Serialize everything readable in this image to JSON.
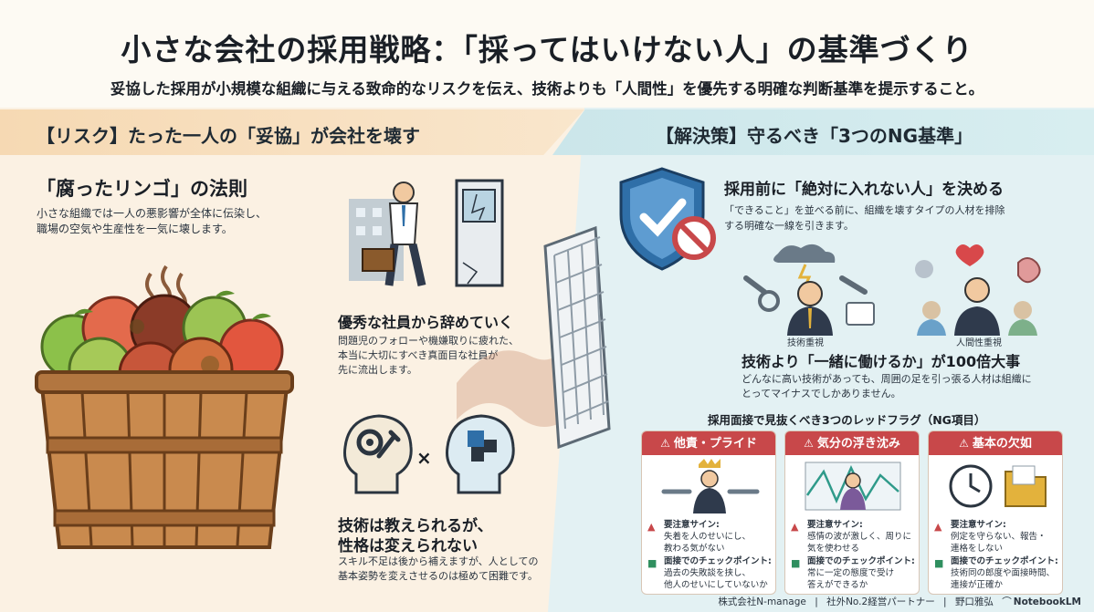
{
  "header": {
    "title": "小さな会社の採用戦略：「採ってはいけない人」の基準づくり",
    "subtitle": "妥協した採用が小規模な組織に与える致命的なリスクを伝え、技術よりも「人間性」を優先する明確な判断基準を提示すること。"
  },
  "left": {
    "heading": "【リスク】たった一人の「妥協」が会社を壊す",
    "apple": {
      "title": "「腐ったリンゴ」の法則",
      "line1": "小さな組織では一人の悪影響が全体に伝染し、",
      "line2": "職場の空気や生産性を一気に壊します。"
    },
    "leave": {
      "title": "優秀な社員から辞めていく",
      "line1": "問題児のフォローや機嫌取りに疲れた、",
      "line2": "本当に大切にすべき真面目な社員が",
      "line3": "先に流出します。"
    },
    "skill": {
      "title1": "技術は教えられるが、",
      "title2": "性格は変えられない",
      "line1": "スキル不足は後から補えますが、人としての",
      "line2": "基本姿勢を変えさせるのは極めて困難です。",
      "cross": "×"
    }
  },
  "right": {
    "heading": "【解決策】守るべき「3つのNG基準」",
    "decide": {
      "title": "採用前に「絶対に入れない人」を決める",
      "line1": "「できること」を並べる前に、組織を壊すタイプの人材を排除",
      "line2": "する明確な一線を引きます。"
    },
    "compare": {
      "label_left": "技術重視",
      "label_right": "人間性重視",
      "title": "技術より「一緒に働けるか」が100倍大事",
      "line1": "どんなに高い技術があっても、周囲の足を引っ張る人材は組織に",
      "line2": "とってマイナスでしかありません。"
    },
    "redflags_title": "採用面接で見抜くべき3つのレッドフラグ（NG項目）",
    "cards": [
      {
        "title": "他責・プライド",
        "warn_label": "要注意サイン:",
        "warn_1": "失着を人のせいにし、",
        "warn_2": "教わる気がない",
        "check_label": "面接でのチェックポイント:",
        "check_1": "過去の失敗談を挟し、",
        "check_2": "他人のせいにしていないか"
      },
      {
        "title": "気分の浮き沈み",
        "warn_label": "要注意サイン:",
        "warn_1": "感情の波が激しく、周りに",
        "warn_2": "気を使わせる",
        "check_label": "面接でのチェックポイント:",
        "check_1": "常に一定の態度で受け",
        "check_2": "答えができるか"
      },
      {
        "title": "基本の欠如",
        "warn_label": "要注意サイン:",
        "warn_1": "例定を守らない、報告・",
        "warn_2": "連格をしない",
        "check_label": "面接でのチェックポイント:",
        "check_1": "技術同の郎度や面接時間、",
        "check_2": "連接が正確か"
      }
    ]
  },
  "footer": {
    "company": "株式会社N-manage",
    "sep1": "|",
    "role": "社外No.2経営パートナー",
    "sep2": "|",
    "person": "野口雅弘",
    "brand": "NotebookLM"
  },
  "colors": {
    "accent_red": "#c8484a",
    "left_bg": "#fbf1e3",
    "right_bg": "#e3f1f3",
    "shield_blue": "#2f6fa8"
  },
  "icons": [
    "rotten-apple-basket",
    "leaving-employee",
    "gear-head-icon",
    "puzzle-head-icon",
    "shield-check-icon",
    "prohibit-icon",
    "mesh-filter",
    "heart-icon",
    "brain-icon",
    "clock-icon",
    "folder-icon"
  ]
}
